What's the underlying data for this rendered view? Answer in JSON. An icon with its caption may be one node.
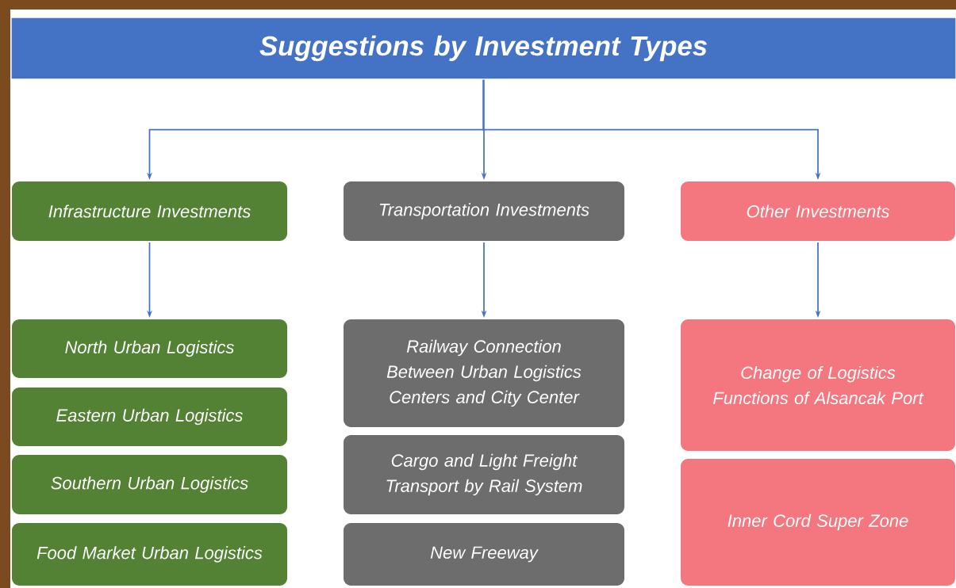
{
  "diagram": {
    "nodes": [
      {
        "text": [
          "Suggestions by Investment Types"
        ]
      },
      {
        "text": [
          "Infrastructure Investments"
        ]
      },
      {
        "text": [
          "Transportation Investments"
        ]
      },
      {
        "text": [
          "Other Investments"
        ]
      },
      {
        "text": [
          "North Urban Logistics"
        ]
      },
      {
        "text": [
          "Eastern Urban Logistics"
        ]
      },
      {
        "text": [
          "Southern Urban Logistics"
        ]
      },
      {
        "text": [
          "Food Market Urban Logistics"
        ]
      },
      {
        "text": [
          "Railway Connection Between Urban Logistics Centers and City Center"
        ]
      },
      {
        "text": [
          "Cargo and Light Freight Transport by Rail System"
        ]
      },
      {
        "text": [
          "New Freeway"
        ]
      },
      {
        "text": [
          "Change of Logistics Functions of Alsancak Port"
        ]
      },
      {
        "text": [
          "Inner Cord Super Zone"
        ]
      }
    ],
    "edges": [
      {
        "from": 0,
        "to": 1,
        "arrow": "to"
      },
      {
        "from": 0,
        "to": 2,
        "arrow": "to"
      },
      {
        "from": 0,
        "to": 3,
        "arrow": "to"
      },
      {
        "from": 1,
        "to": 4,
        "arrow": "to"
      },
      {
        "from": 2,
        "to": 8,
        "arrow": "to"
      },
      {
        "from": 3,
        "to": 11,
        "arrow": "to"
      }
    ]
  }
}
